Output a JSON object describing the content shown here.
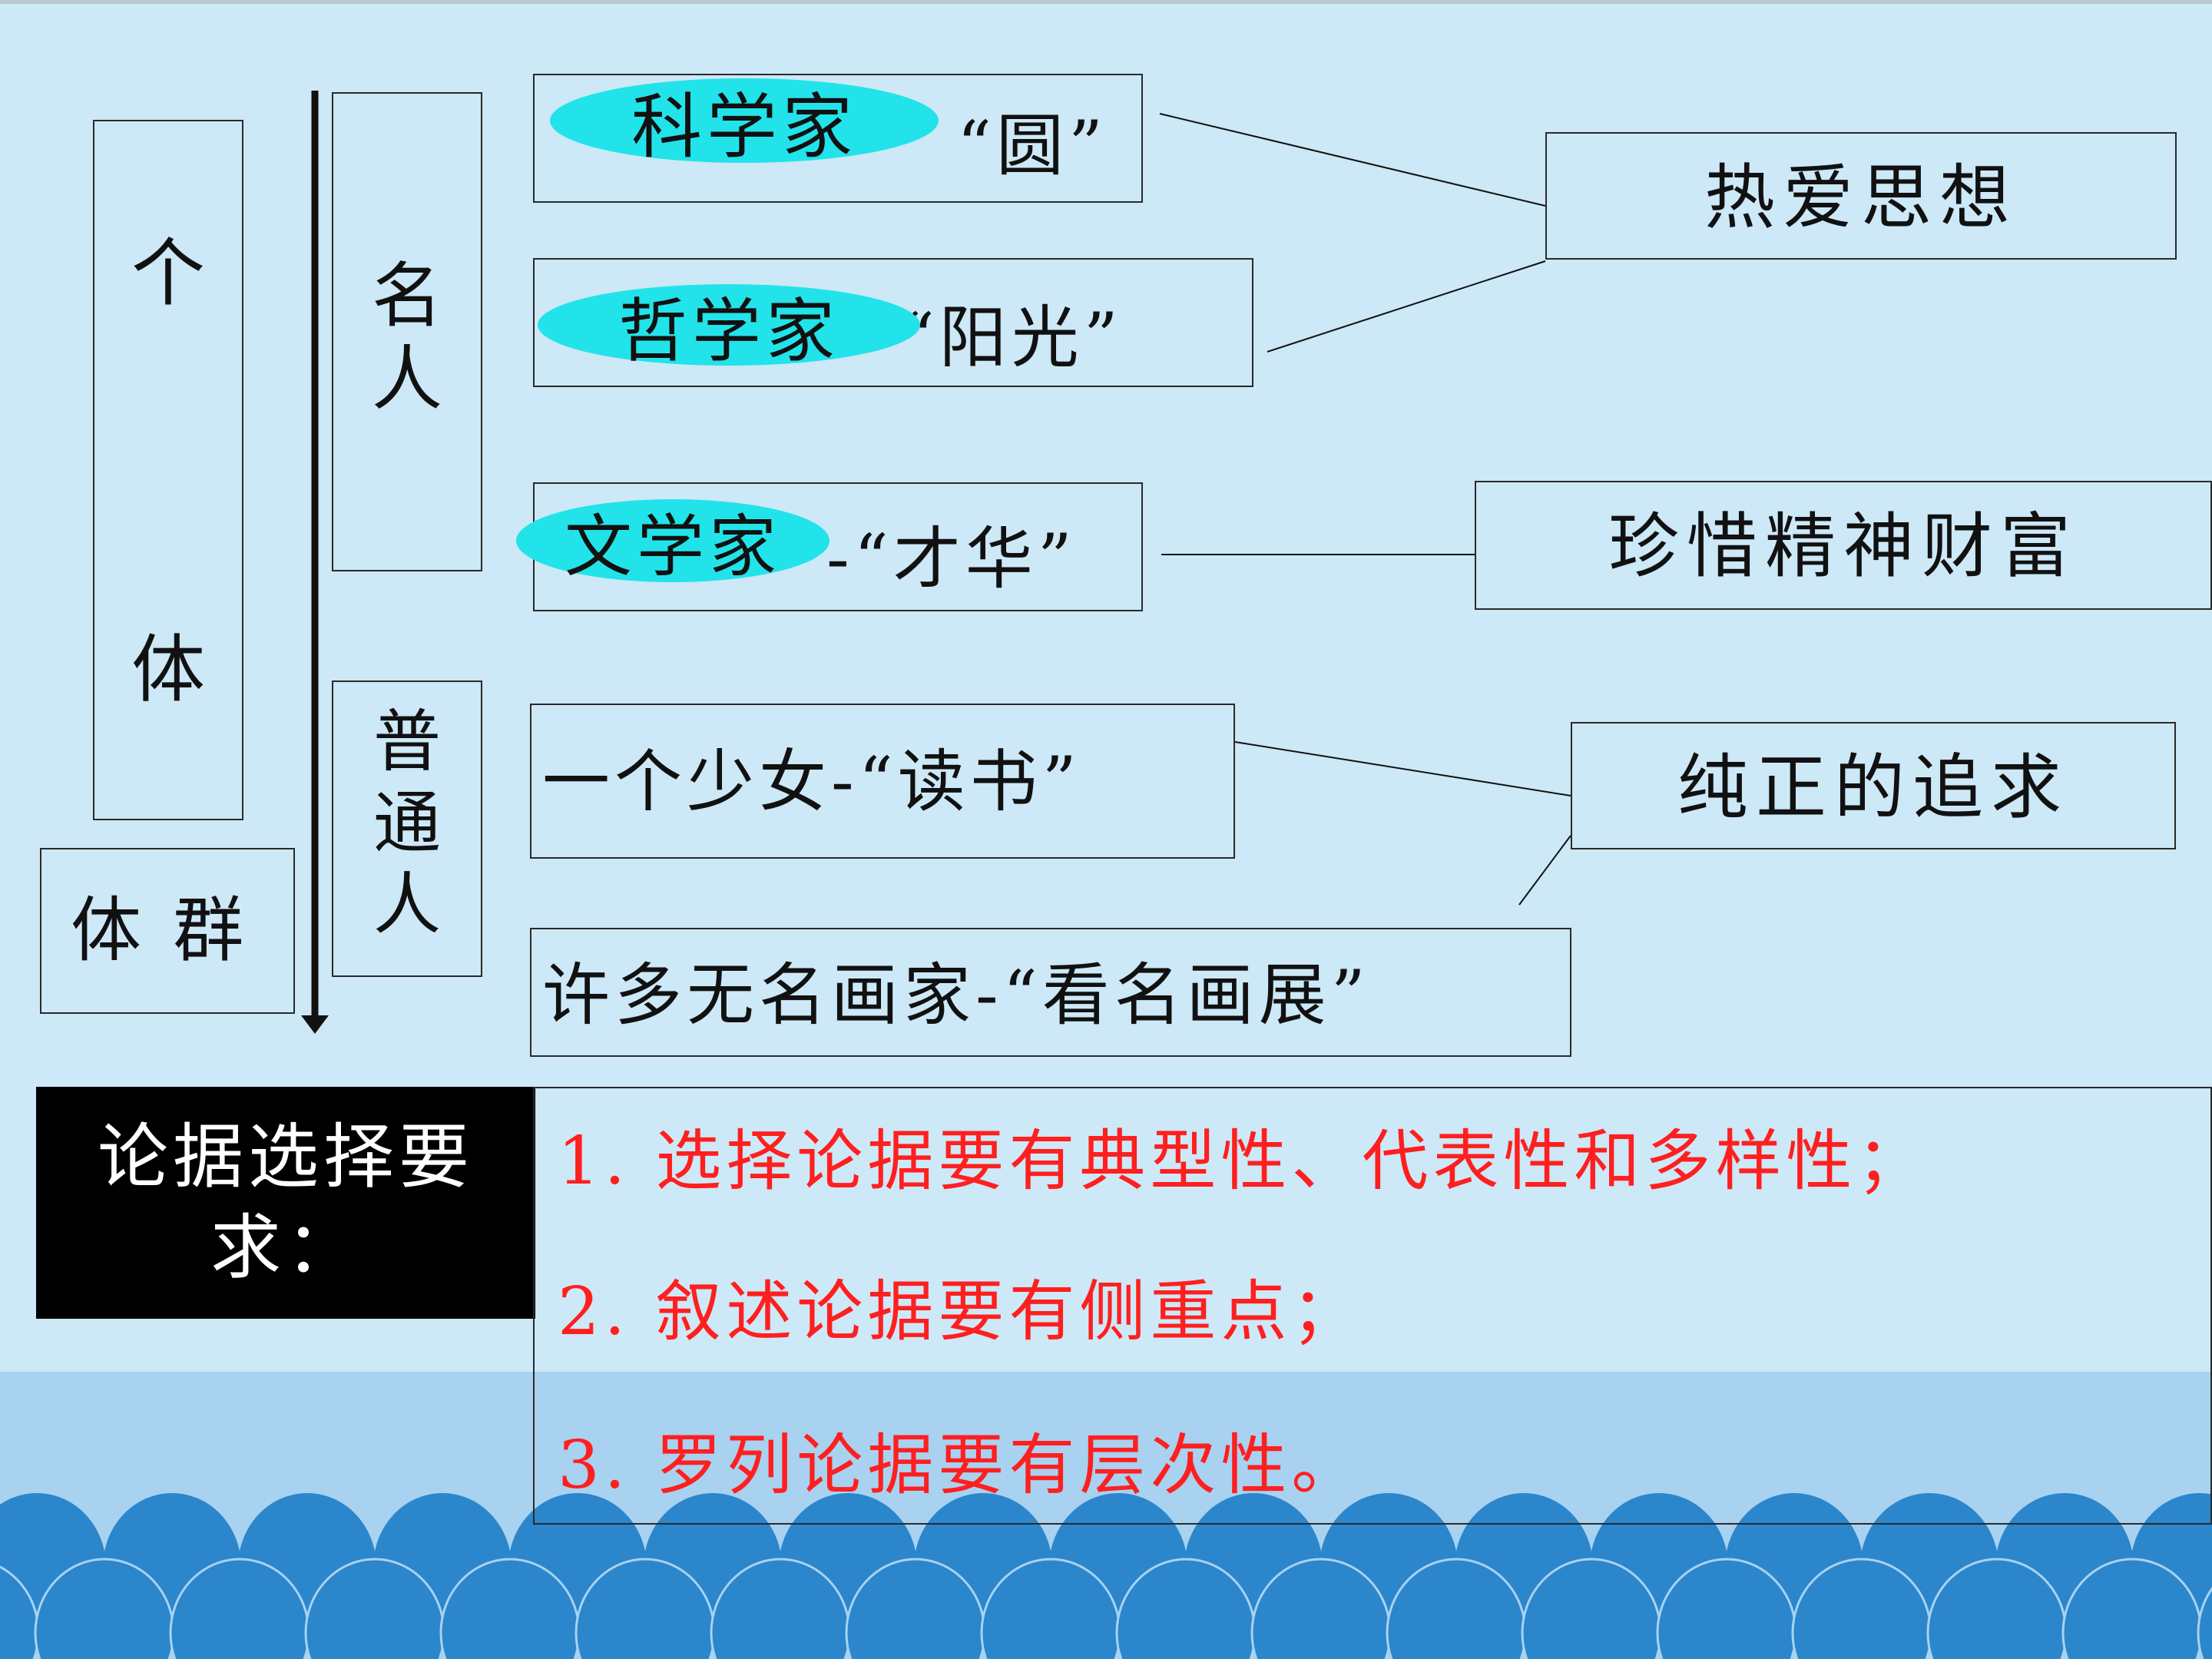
{
  "left": {
    "individual_chars": [
      "个",
      "体"
    ],
    "group_label": "体 群",
    "famous_chars": [
      "名",
      "人"
    ],
    "ordinary_chars": [
      "普",
      "通",
      "人"
    ]
  },
  "examples": [
    {
      "text": "“圆”",
      "tag": "科学家"
    },
    {
      "text": "-“阳光”",
      "tag": "哲学家"
    },
    {
      "text": "-“才华”",
      "tag": "文学家"
    },
    {
      "text": "一个少女-“读书”"
    },
    {
      "text": "许多无名画家-“看名画展”"
    }
  ],
  "themes": [
    "热爱思想",
    "珍惜精神财富",
    "纯正的追求"
  ],
  "requirements": {
    "title_lines": [
      "论据选择要",
      "求："
    ],
    "items": [
      "1. 选择论据要有典型性、代表性和多样性；",
      "2. 叙述论据要有侧重点；",
      "3. 罗列论据要有层次性。"
    ]
  },
  "colors": {
    "background": "#cde8f7",
    "oval": "#22e3ea",
    "requirement_text": "#ff1f1f",
    "wave_dark": "#2b86cc",
    "wave_band": "#a8d2f0"
  }
}
